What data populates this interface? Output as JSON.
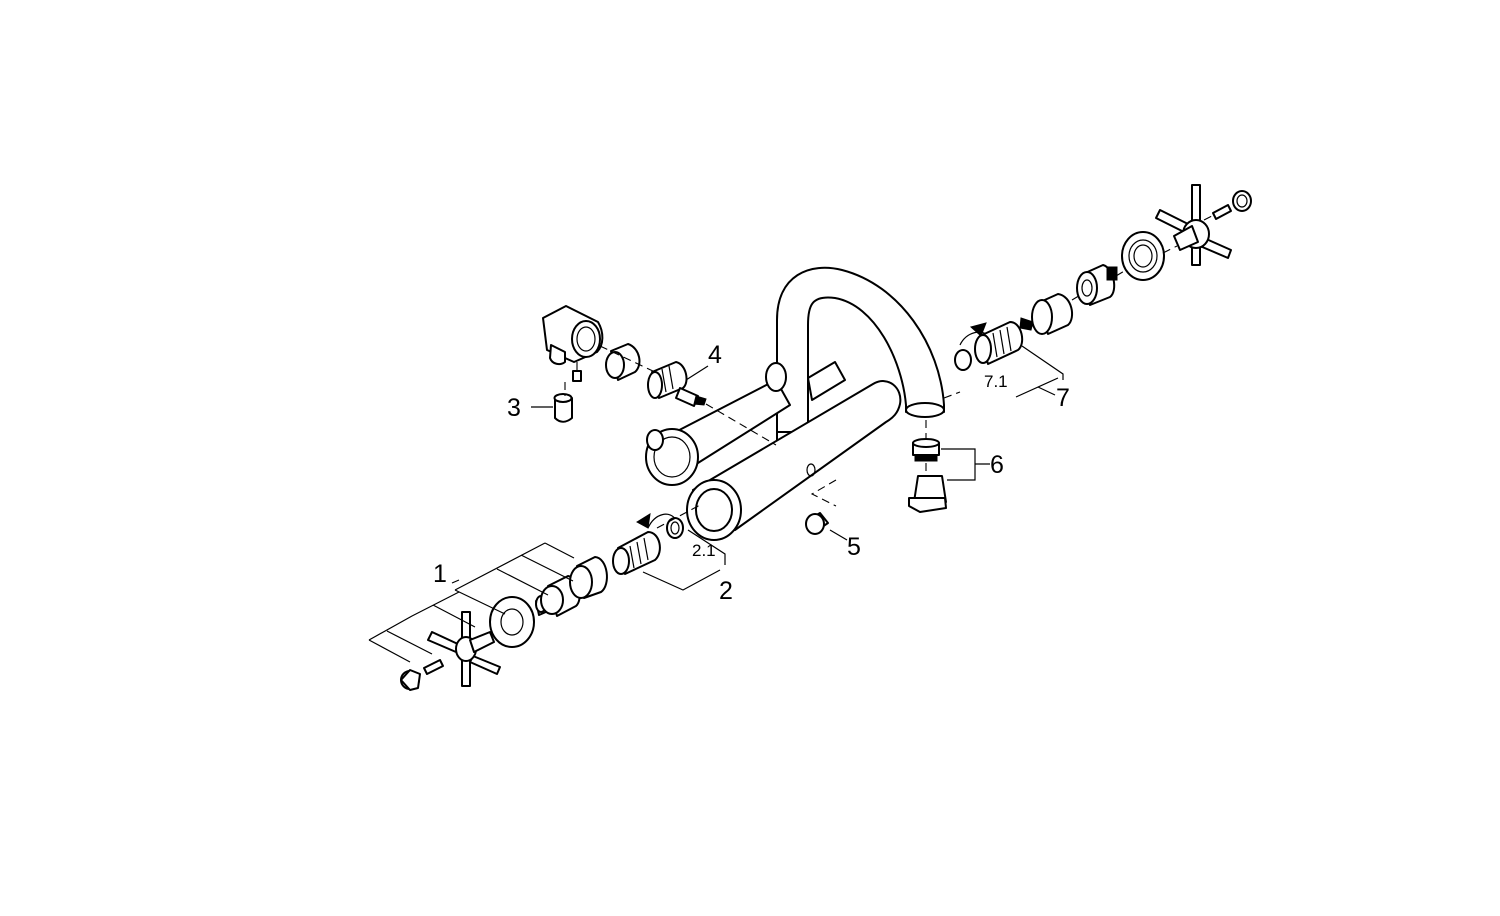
{
  "diagram": {
    "callouts": {
      "c1": "1",
      "c2": "2",
      "c2_1": "2.1",
      "c3": "3",
      "c4": "4",
      "c5": "5",
      "c6": "6",
      "c7": "7",
      "c7_1": "7.1"
    }
  }
}
